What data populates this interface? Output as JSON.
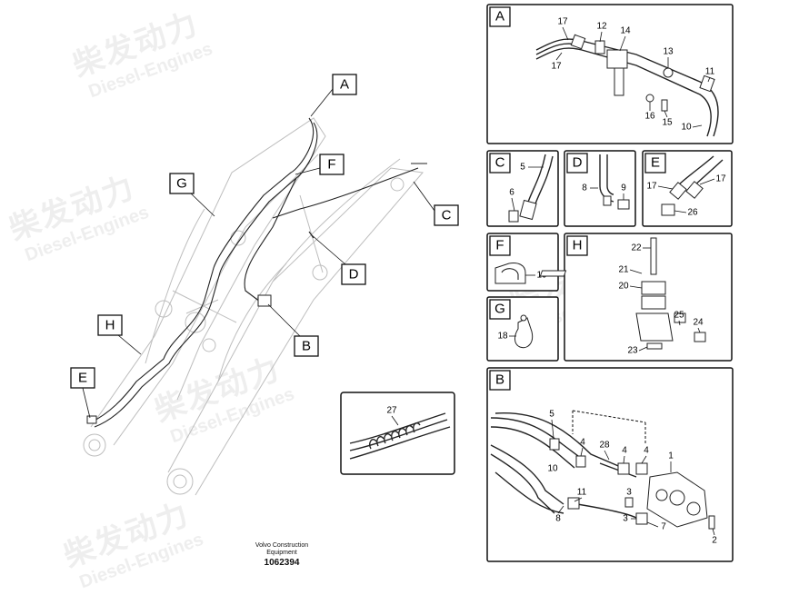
{
  "watermark": {
    "cn": "柴发动力",
    "en": "Diesel-Engines"
  },
  "callouts": {
    "A": "A",
    "B": "B",
    "C": "C",
    "D": "D",
    "E": "E",
    "F": "F",
    "G": "G",
    "H": "H"
  },
  "panels": {
    "A": {
      "title": "A",
      "parts": [
        "17",
        "12",
        "14",
        "17",
        "13",
        "11",
        "16",
        "15",
        "10"
      ]
    },
    "C": {
      "title": "C",
      "parts": [
        "5",
        "6"
      ]
    },
    "D": {
      "title": "D",
      "parts": [
        "8",
        "9"
      ]
    },
    "E": {
      "title": "E",
      "parts": [
        "17",
        "17",
        "26"
      ]
    },
    "F": {
      "title": "F",
      "parts": [
        "19"
      ]
    },
    "G": {
      "title": "G",
      "parts": [
        "18"
      ]
    },
    "H": {
      "title": "H",
      "parts": [
        "22",
        "21",
        "20",
        "25",
        "24",
        "23"
      ]
    },
    "B": {
      "title": "B",
      "parts": [
        "5",
        "4",
        "28",
        "4",
        "4",
        "1",
        "10",
        "11",
        "3",
        "8",
        "3",
        "7",
        "2"
      ]
    }
  },
  "detail": {
    "part": "27"
  },
  "footer": {
    "line1": "Volvo Construction",
    "line2": "Equipment",
    "number": "1062394"
  }
}
